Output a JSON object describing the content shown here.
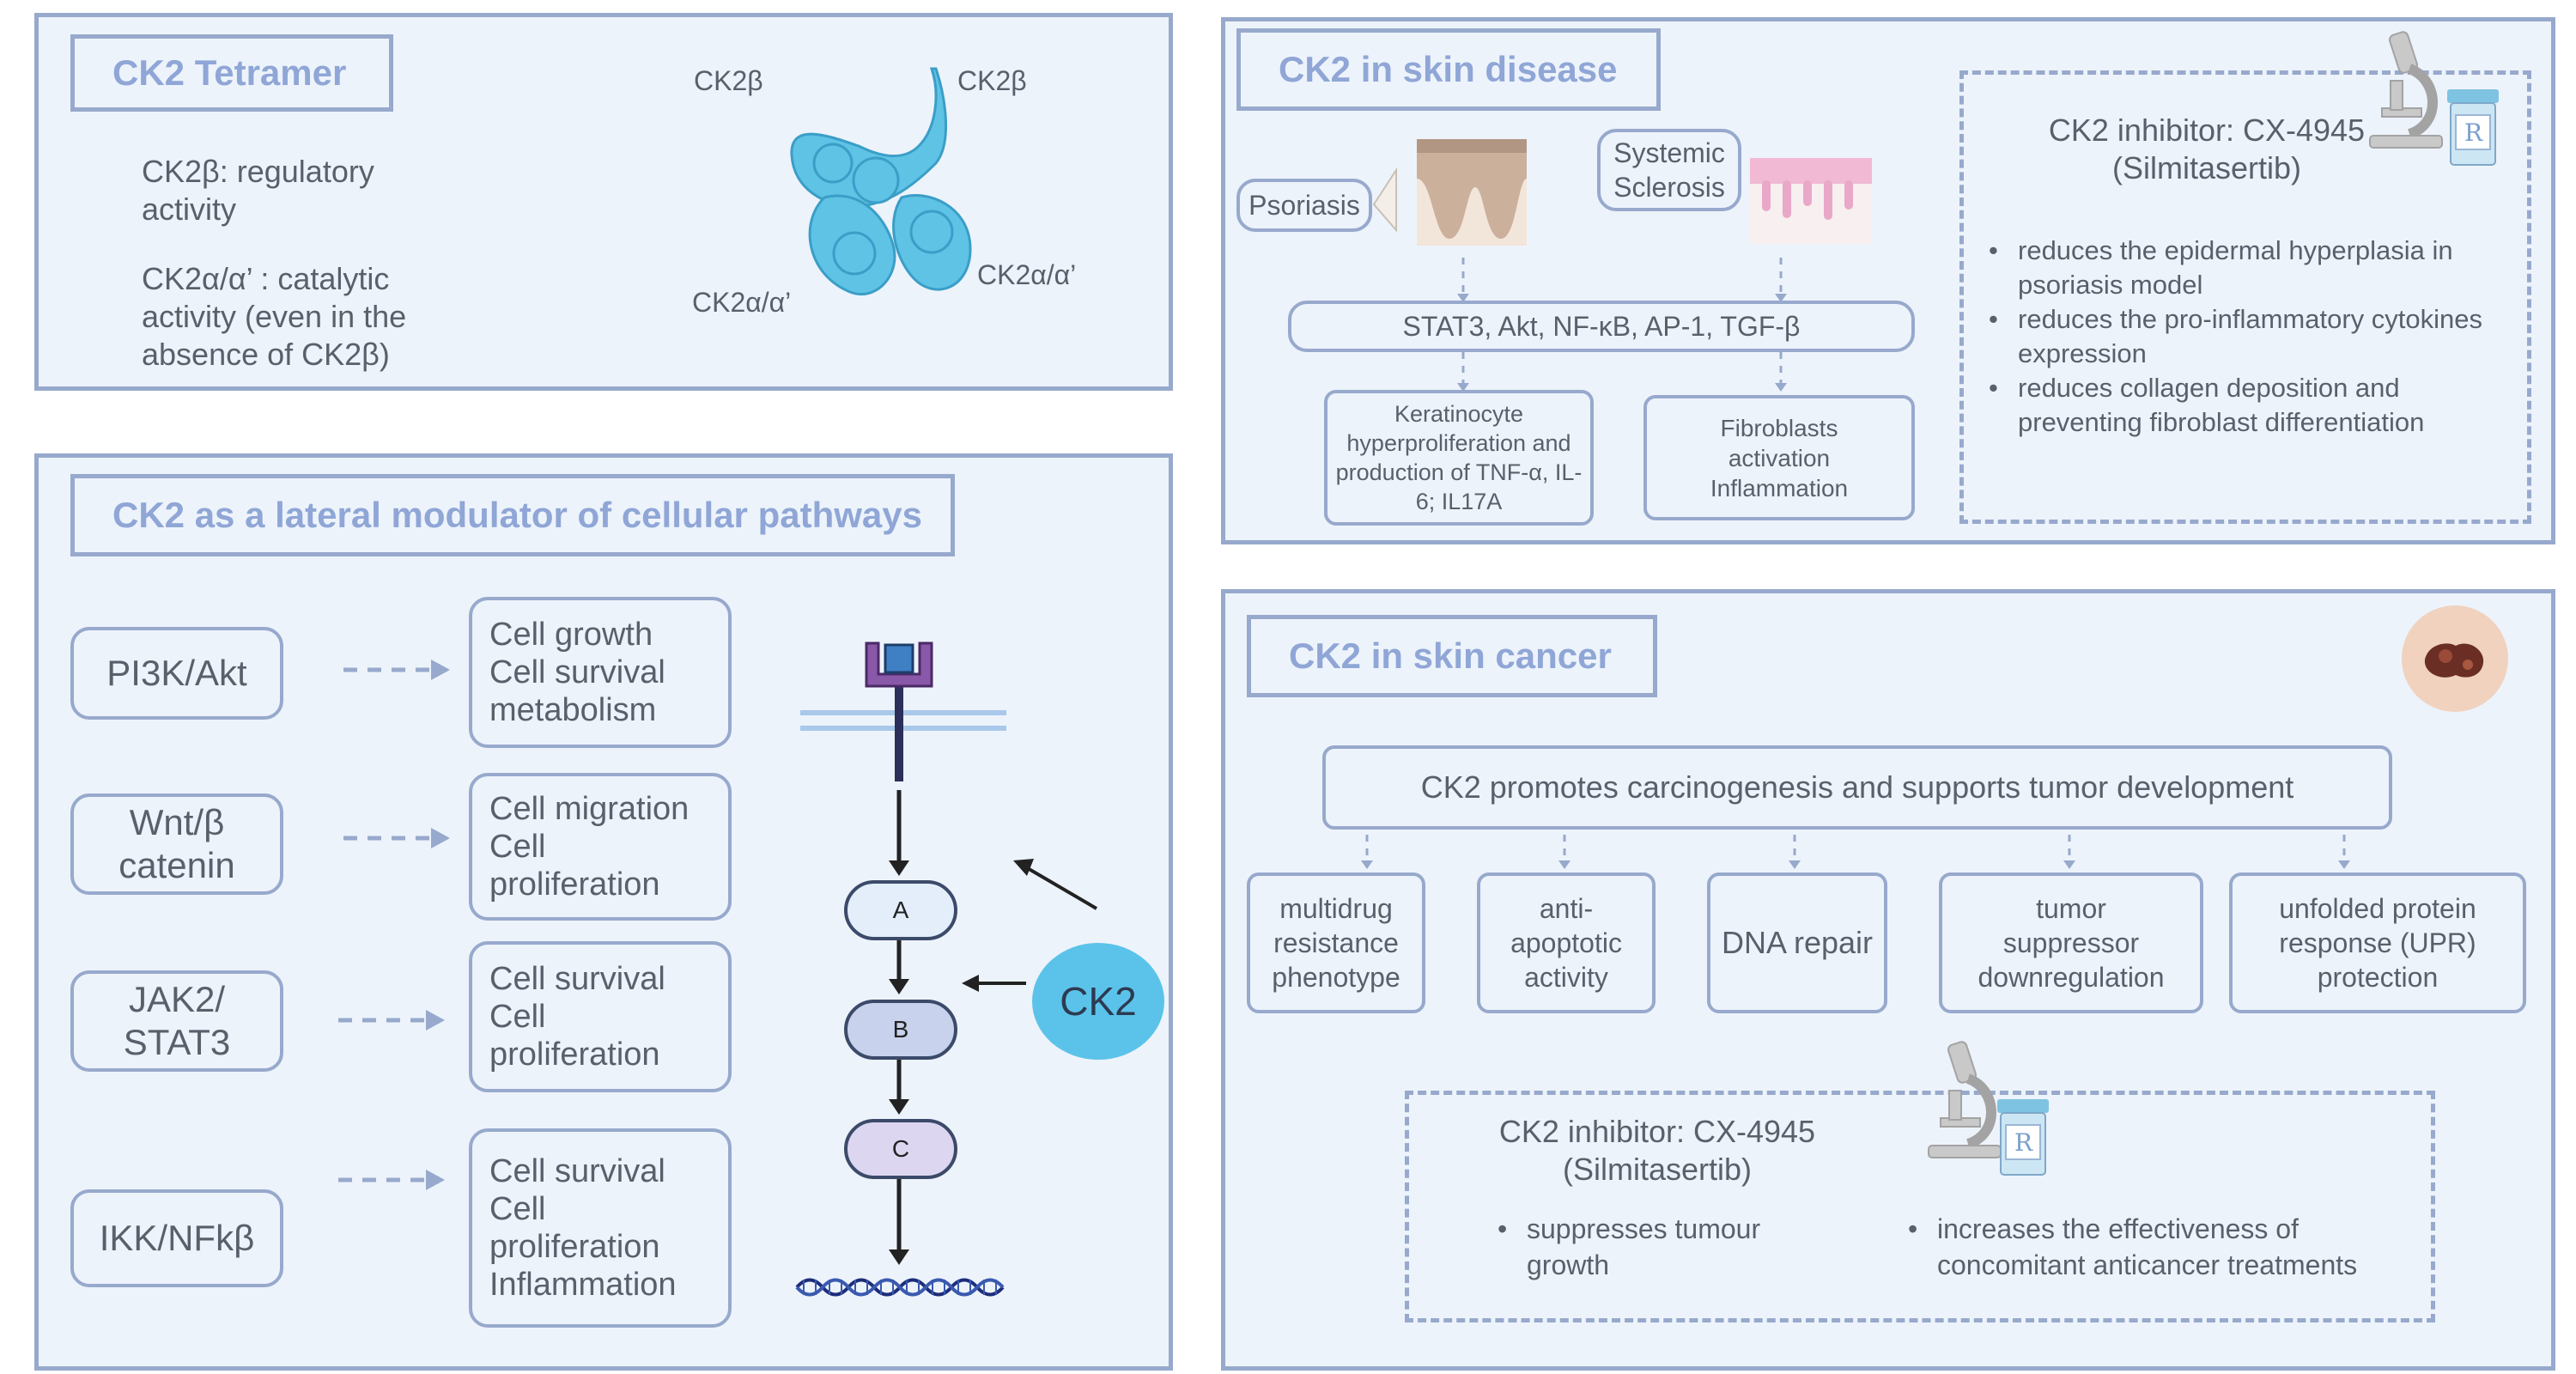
{
  "tetramer": {
    "title": "CK2 Tetramer",
    "beta_desc": "CK2β: regulatory activity",
    "alpha_desc": "CK2α/α’ : catalytic activity (even in the absence of CK2β)",
    "label_beta_left": "CK2β",
    "label_beta_right": "CK2β",
    "label_alpha_left": "CK2α/α’",
    "label_alpha_right": "CK2α/α’"
  },
  "modulator": {
    "title": "CK2 as a lateral modulator of cellular pathways",
    "pathways": [
      {
        "name": "PI3K/Akt",
        "effects": "Cell growth\nCell survival\nmetabolism"
      },
      {
        "name": "Wnt/β\ncatenin",
        "effects": "Cell migration\nCell\nproliferation"
      },
      {
        "name": "JAK2/\nSTAT3",
        "effects": "Cell survival\nCell\nproliferation"
      },
      {
        "name": "IKK/NFkβ",
        "effects": "Cell survival\nCell\nproliferation\nInflammation"
      }
    ],
    "cascade": {
      "a": "A",
      "b": "B",
      "c": "C",
      "ck2": "CK2"
    }
  },
  "disease": {
    "title": "CK2 in skin disease",
    "psoriasis": "Psoriasis",
    "sclerosis": "Systemic\nSclerosis",
    "mediators": "STAT3, Akt, NF-κB,  AP-1, TGF-β",
    "keratinocyte": "Keratinocyte hyperproliferation and production of TNF-α, IL-6; IL17A",
    "fibroblasts": "Fibroblasts\nactivation\nInflammation",
    "inhibitor_title": "CK2 inhibitor:  CX-4945\n(Silmitasertib)",
    "inhibitor_effects": [
      "reduces the epidermal hyperplasia in psoriasis model",
      "reduces the pro-inflammatory cytokines expression",
      "reduces collagen deposition and preventing fibroblast differentiation"
    ]
  },
  "cancer": {
    "title": "CK2 in skin cancer",
    "promotes": "CK2 promotes carcinogenesis and supports tumor development",
    "effects": [
      "multidrug\nresistance\nphenotype",
      "anti-\napoptotic\nactivity",
      "DNA repair",
      "tumor\nsuppressor\ndownregulation",
      "unfolded protein\nresponse (UPR)\nprotection"
    ],
    "inhibitor_title": "CK2 inhibitor:  CX-4945\n(Silmitasertib)",
    "inhibitor_effects": [
      "suppresses  tumour growth",
      "increases the effectiveness of concomitant anticancer treatments"
    ]
  },
  "colors": {
    "panel_fill": "#edf3fb",
    "border": "#97a9cc",
    "title_text": "#8fa6d6",
    "protein": "#5fc3e6",
    "ck2_circle": "#5bc3ea",
    "receptor": "#8a58a8"
  },
  "icons": [
    "protein-structure-icon",
    "skin-psoriasis-icon",
    "skin-sclerosis-icon",
    "microscope-icon",
    "rx-bottle-icon",
    "melanoma-icon",
    "receptor-icon",
    "dna-icon"
  ]
}
